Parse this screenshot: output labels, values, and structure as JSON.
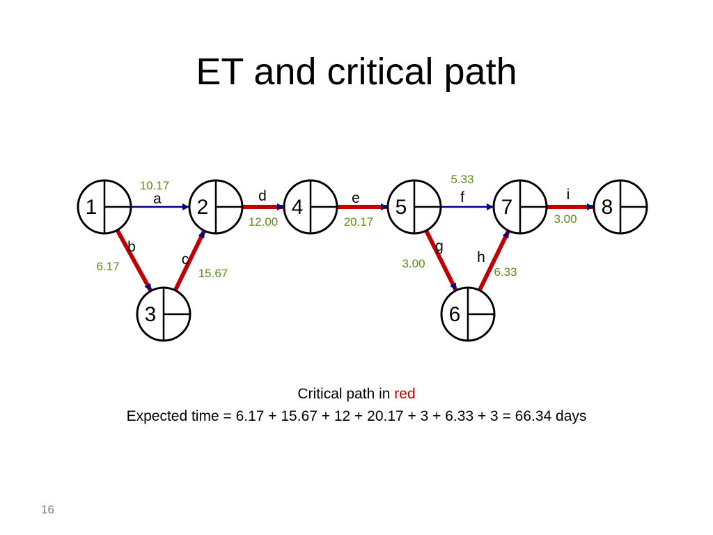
{
  "title": "ET and critical path",
  "colors": {
    "critical": "#c00000",
    "normal_arrow": "#000080",
    "duration_label": "#5b8c1a",
    "text": "#000000"
  },
  "nodes": [
    {
      "id": "n1",
      "label": "1"
    },
    {
      "id": "n2",
      "label": "2"
    },
    {
      "id": "n3",
      "label": "3"
    },
    {
      "id": "n4",
      "label": "4"
    },
    {
      "id": "n5",
      "label": "5"
    },
    {
      "id": "n6",
      "label": "6"
    },
    {
      "id": "n7",
      "label": "7"
    },
    {
      "id": "n8",
      "label": "8"
    }
  ],
  "edges": [
    {
      "activity": "a",
      "from": "n1",
      "to": "n2",
      "time": "10.17",
      "critical": false
    },
    {
      "activity": "b",
      "from": "n1",
      "to": "n3",
      "time": "6.17",
      "critical": true
    },
    {
      "activity": "c",
      "from": "n3",
      "to": "n2",
      "time": "15.67",
      "critical": true
    },
    {
      "activity": "d",
      "from": "n2",
      "to": "n4",
      "time": "12.00",
      "critical": true
    },
    {
      "activity": "e",
      "from": "n4",
      "to": "n5",
      "time": "20.17",
      "critical": true
    },
    {
      "activity": "f",
      "from": "n5",
      "to": "n7",
      "time": "5.33",
      "critical": false
    },
    {
      "activity": "g",
      "from": "n5",
      "to": "n6",
      "time": "3.00",
      "critical": true
    },
    {
      "activity": "h",
      "from": "n6",
      "to": "n7",
      "time": "6.33",
      "critical": true
    },
    {
      "activity": "i",
      "from": "n7",
      "to": "n8",
      "time": "3.00",
      "critical": true
    }
  ],
  "caption": {
    "line1_prefix": "Critical path in ",
    "line1_highlight": "red",
    "line2": "Expected time = 6.17 + 15.67 + 12 + 20.17 + 3 + 6.33 + 3 = 66.34 days"
  },
  "page_number": "16"
}
